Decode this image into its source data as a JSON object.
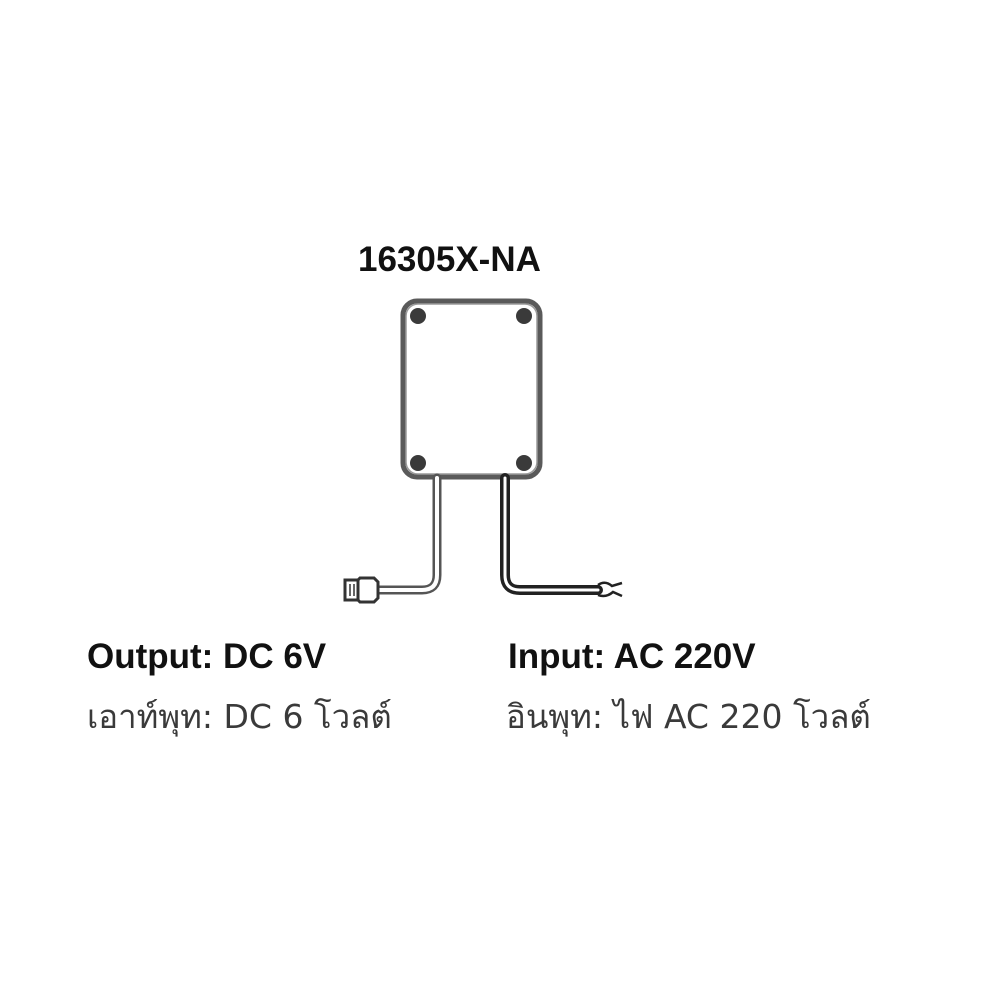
{
  "model": "16305X-NA",
  "device": {
    "description": "transformer box with four corner screws and two cables",
    "colors": {
      "outline": "#555555",
      "screw": "#333333",
      "cable_dark": "#222222",
      "cable_light": "#888888"
    }
  },
  "output": {
    "label_en": "Output: DC 6V",
    "label_th": "เอาท์พุท: DC 6 โวลต์"
  },
  "input": {
    "label_en": "Input: AC 220V",
    "label_th": "อินพุท: ไฟ AC 220 โวลต์"
  }
}
